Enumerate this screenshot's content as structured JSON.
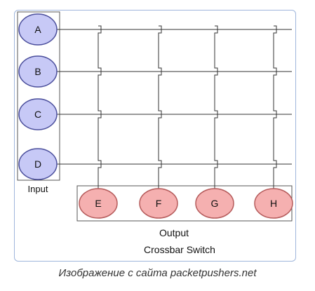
{
  "diagram": {
    "inputs": [
      "A",
      "B",
      "C",
      "D"
    ],
    "outputs": [
      "E",
      "F",
      "G",
      "H"
    ],
    "input_label": "Input",
    "output_label": "Output",
    "title": "Crossbar Switch",
    "colors": {
      "input_fill": "#c7c9f6",
      "input_stroke": "#4b4f9c",
      "output_fill": "#f5b0b0",
      "output_stroke": "#b55b5b",
      "line": "#333333",
      "box": "#555555"
    }
  },
  "caption": "Изображение с сайта packetpushers.net"
}
